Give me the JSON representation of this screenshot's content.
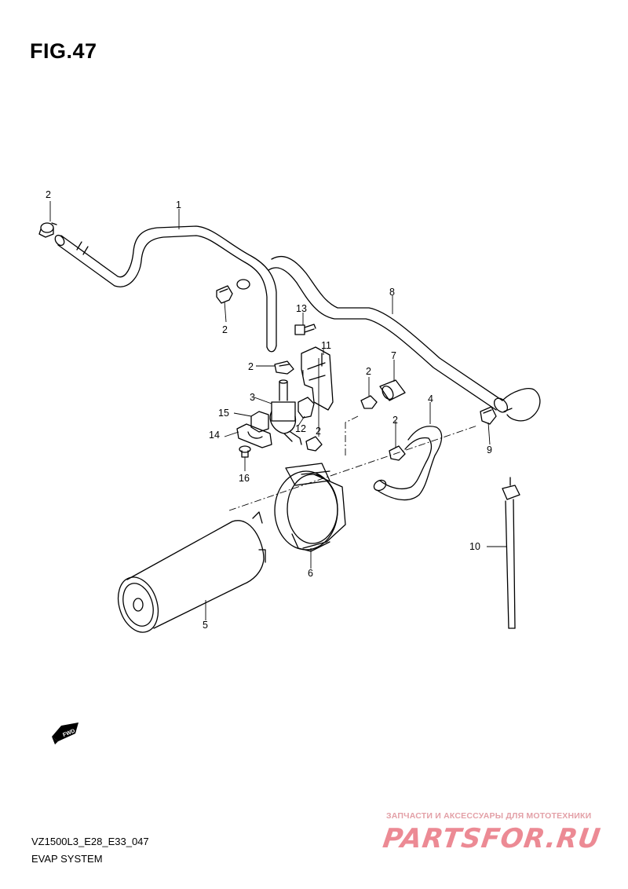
{
  "figure": {
    "title": "FIG.47",
    "model_code": "VZ1500L3_E28_E33_047",
    "name": "EVAP SYSTEM"
  },
  "callouts": {
    "c1": "1",
    "c2a": "2",
    "c2b": "2",
    "c2c": "2",
    "c2d": "2",
    "c2e": "2",
    "c2f": "2",
    "c3": "3",
    "c4": "4",
    "c5": "5",
    "c6": "6",
    "c7": "7",
    "c8": "8",
    "c9": "9",
    "c10": "10",
    "c11": "11",
    "c12": "12",
    "c13": "13",
    "c14": "14",
    "c15": "15",
    "c16": "16"
  },
  "fwd_label": "FWD",
  "watermark": {
    "tagline": "ЗАПЧАСТИ И АКСЕССУАРЫ ДЛЯ МОТОТЕХНИКИ",
    "logo": "PARTSFOR.RU"
  }
}
